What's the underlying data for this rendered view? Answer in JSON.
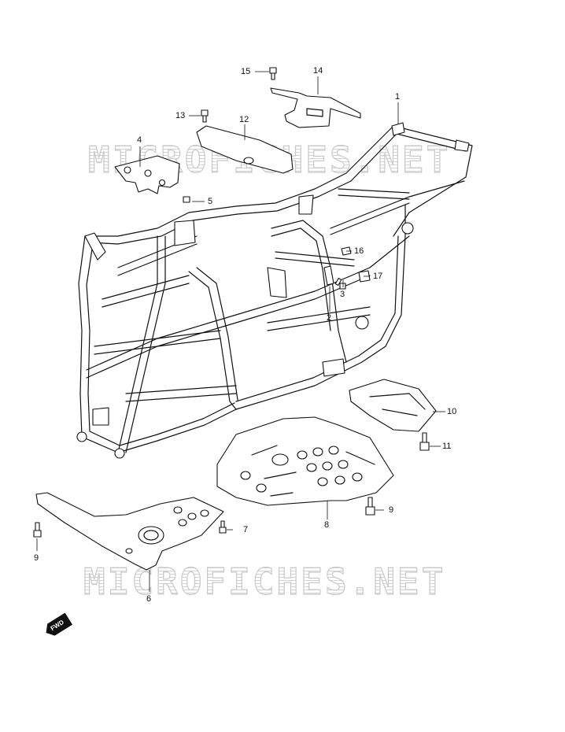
{
  "watermark": "MICROFICHES.NET",
  "fwd_label": "FWD",
  "callouts": [
    {
      "id": "1",
      "label": "1"
    },
    {
      "id": "2",
      "label": "2"
    },
    {
      "id": "3",
      "label": "3"
    },
    {
      "id": "4",
      "label": "4"
    },
    {
      "id": "5",
      "label": "5"
    },
    {
      "id": "6",
      "label": "6"
    },
    {
      "id": "7",
      "label": "7"
    },
    {
      "id": "8",
      "label": "8"
    },
    {
      "id": "9a",
      "label": "9"
    },
    {
      "id": "9b",
      "label": "9"
    },
    {
      "id": "10",
      "label": "10"
    },
    {
      "id": "11",
      "label": "11"
    },
    {
      "id": "12",
      "label": "12"
    },
    {
      "id": "13",
      "label": "13"
    },
    {
      "id": "14",
      "label": "14"
    },
    {
      "id": "15",
      "label": "15"
    },
    {
      "id": "16",
      "label": "16"
    },
    {
      "id": "17",
      "label": "17"
    }
  ]
}
